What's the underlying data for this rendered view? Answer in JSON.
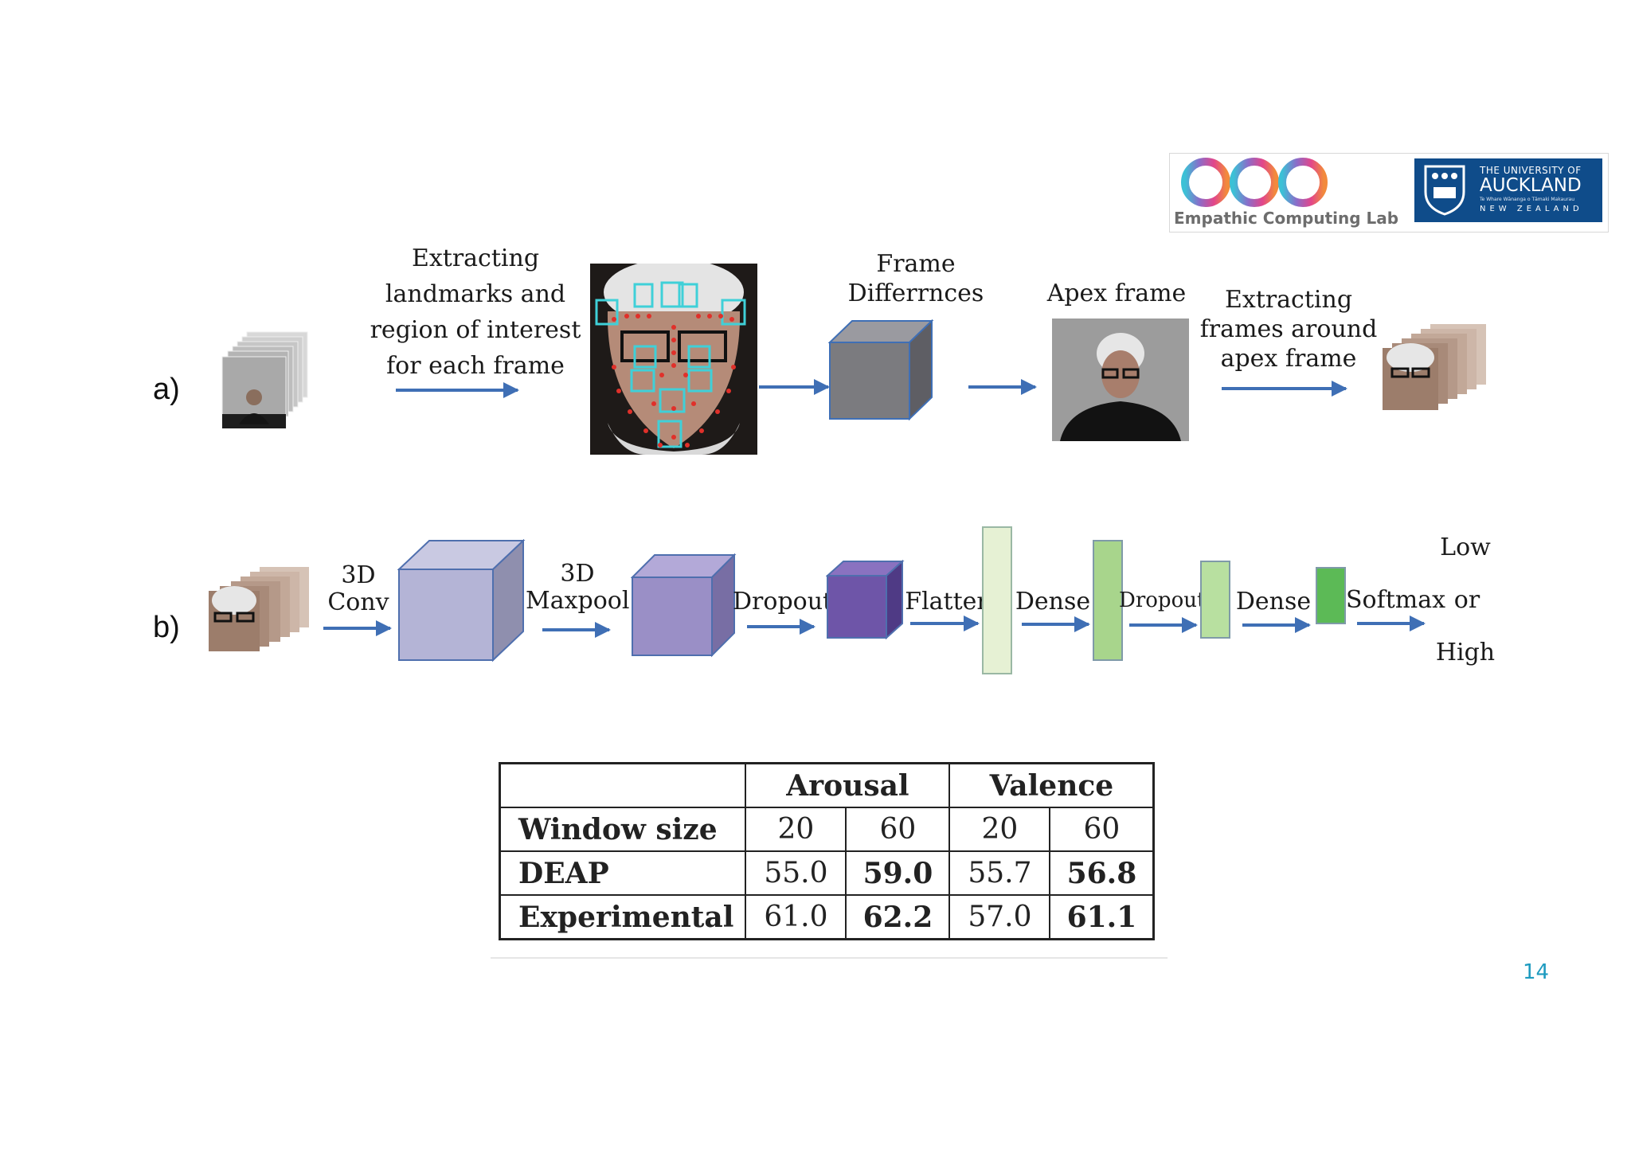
{
  "logo": {
    "lab_name": "Empathic Computing Lab",
    "university_line1": "THE UNIVERSITY OF",
    "university_line2": "AUCKLAND",
    "university_line3": "Te Whare Wānanga o Tāmaki Makaurau",
    "university_line4": "NEW ZEALAND"
  },
  "row_a": {
    "label": "a)",
    "step1": [
      "Extracting",
      "landmarks and",
      "region of interest",
      "for each frame"
    ],
    "step2": [
      "Frame",
      "Differrnces"
    ],
    "step3": "Apex frame",
    "step4": [
      "Extracting",
      "frames around",
      "apex frame"
    ]
  },
  "row_b": {
    "label": "b)",
    "conv": [
      "3D",
      "Conv"
    ],
    "maxpool": [
      "3D",
      "Maxpool"
    ],
    "dropout1": "Dropout",
    "flatten": "Flatten",
    "dense1": "Dense",
    "dropout2": "Dropout",
    "dense2": "Dense",
    "softmax": "Softmax",
    "out_low": "Low",
    "out_or": "or",
    "out_high": "High"
  },
  "table": {
    "group_headers": [
      "Arousal",
      "Valence"
    ],
    "rows": [
      {
        "label": "Window size",
        "cells": [
          "20",
          "60",
          "20",
          "60"
        ]
      },
      {
        "label": "DEAP",
        "cells": [
          "55.0",
          "59.0",
          "55.7",
          "56.8"
        ]
      },
      {
        "label": "Experimental",
        "cells": [
          "61.0",
          "62.2",
          "57.0",
          "61.1"
        ]
      }
    ]
  },
  "page_number": "14",
  "colors": {
    "arrow": "#3f6fb5",
    "conv_box": "#b4b4d6",
    "pool_box": "#9a8fc6",
    "drop_box": "#6e55a8",
    "flatten": "#e6f1d4",
    "dense1": "#a8d58c",
    "dense2": "#96cf78",
    "softmax": "#5cba56",
    "frame_diff": "#7b7b7f",
    "page_number": "#1e9bc0"
  }
}
